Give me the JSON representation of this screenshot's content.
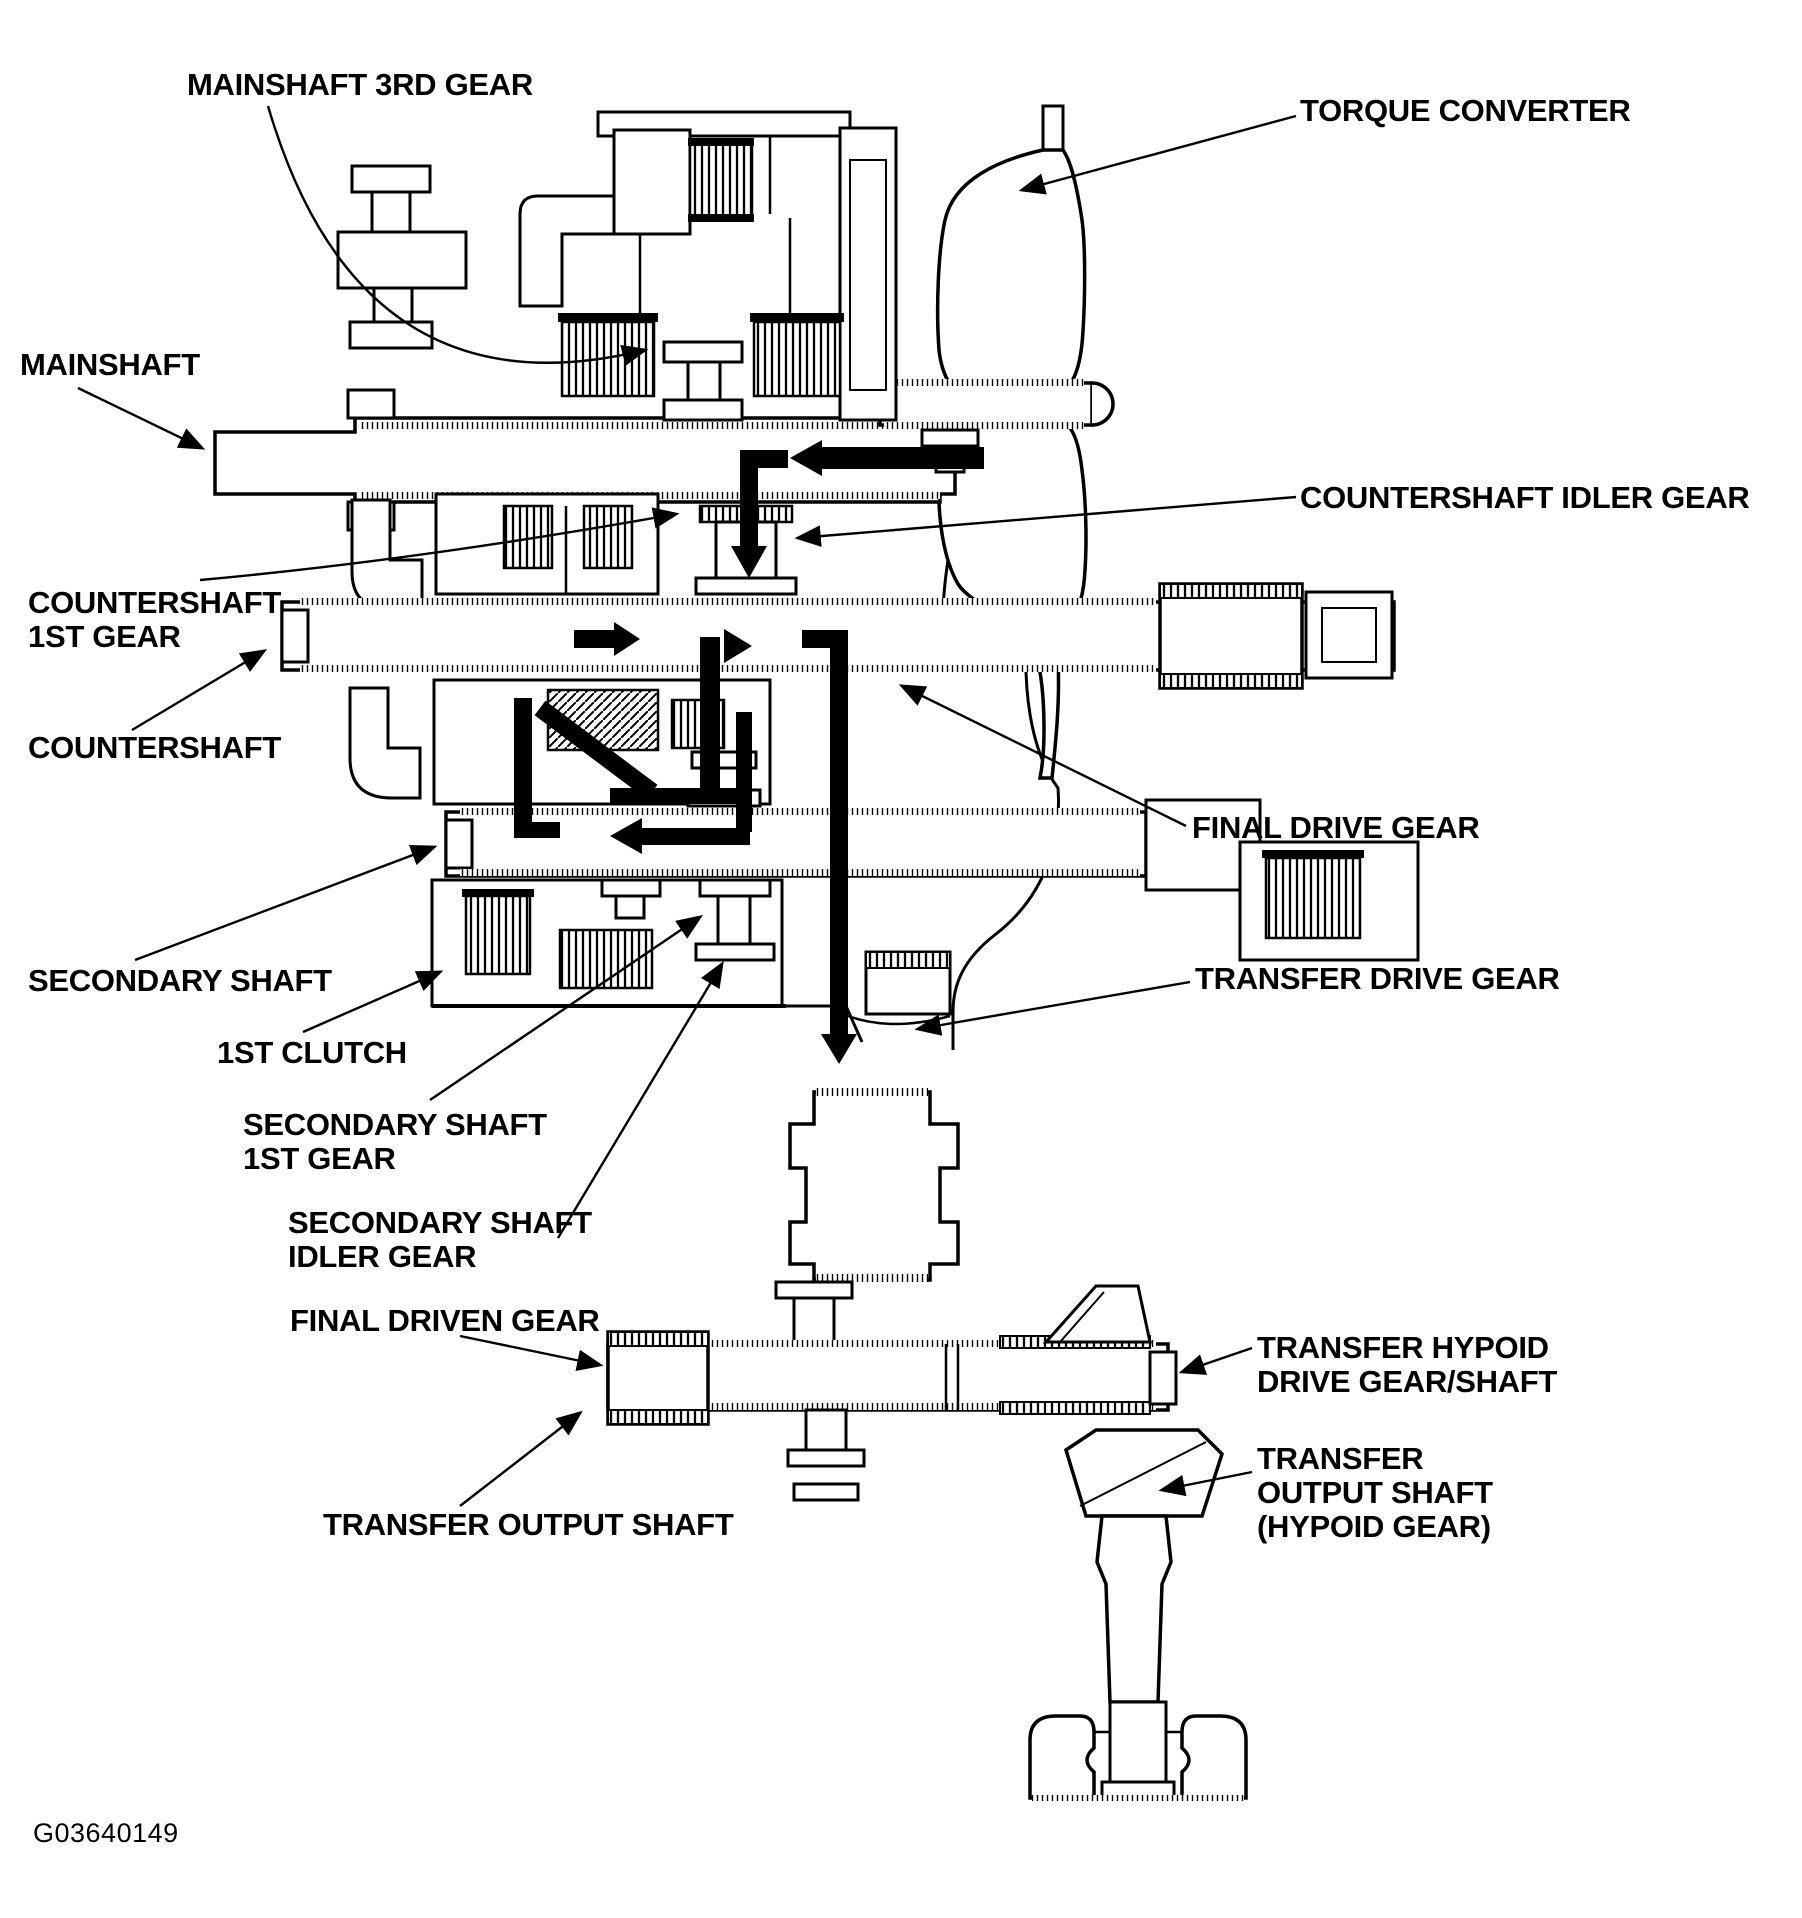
{
  "figure": {
    "code": "G03640149",
    "title_semantic": "Automatic transaxle power flow cross-section diagram"
  },
  "colors": {
    "ink": "#000000",
    "paper": "#ffffff"
  },
  "labels": {
    "mainshaft_3rd_gear": "MAINSHAFT 3RD GEAR",
    "torque_converter": "TORQUE CONVERTER",
    "mainshaft": "MAINSHAFT",
    "countershaft_idler_gear": "COUNTERSHAFT IDLER GEAR",
    "countershaft_1st_gear": "COUNTERSHAFT\n1ST GEAR",
    "countershaft": "COUNTERSHAFT",
    "final_drive_gear": "FINAL DRIVE GEAR",
    "secondary_shaft": "SECONDARY SHAFT",
    "transfer_drive_gear": "TRANSFER DRIVE GEAR",
    "first_clutch": "1ST CLUTCH",
    "secondary_shaft_1st_gear": "SECONDARY SHAFT\n1ST GEAR",
    "secondary_shaft_idler_gear": "SECONDARY SHAFT\nIDLER GEAR",
    "final_driven_gear": "FINAL DRIVEN GEAR",
    "transfer_hypoid_drive_gear_shaft": "TRANSFER HYPOID\nDRIVE GEAR/SHAFT",
    "transfer_output_shaft_hypoid_gear": "TRANSFER\nOUTPUT SHAFT\n(HYPOID GEAR)",
    "transfer_output_shaft": "TRANSFER OUTPUT SHAFT"
  }
}
